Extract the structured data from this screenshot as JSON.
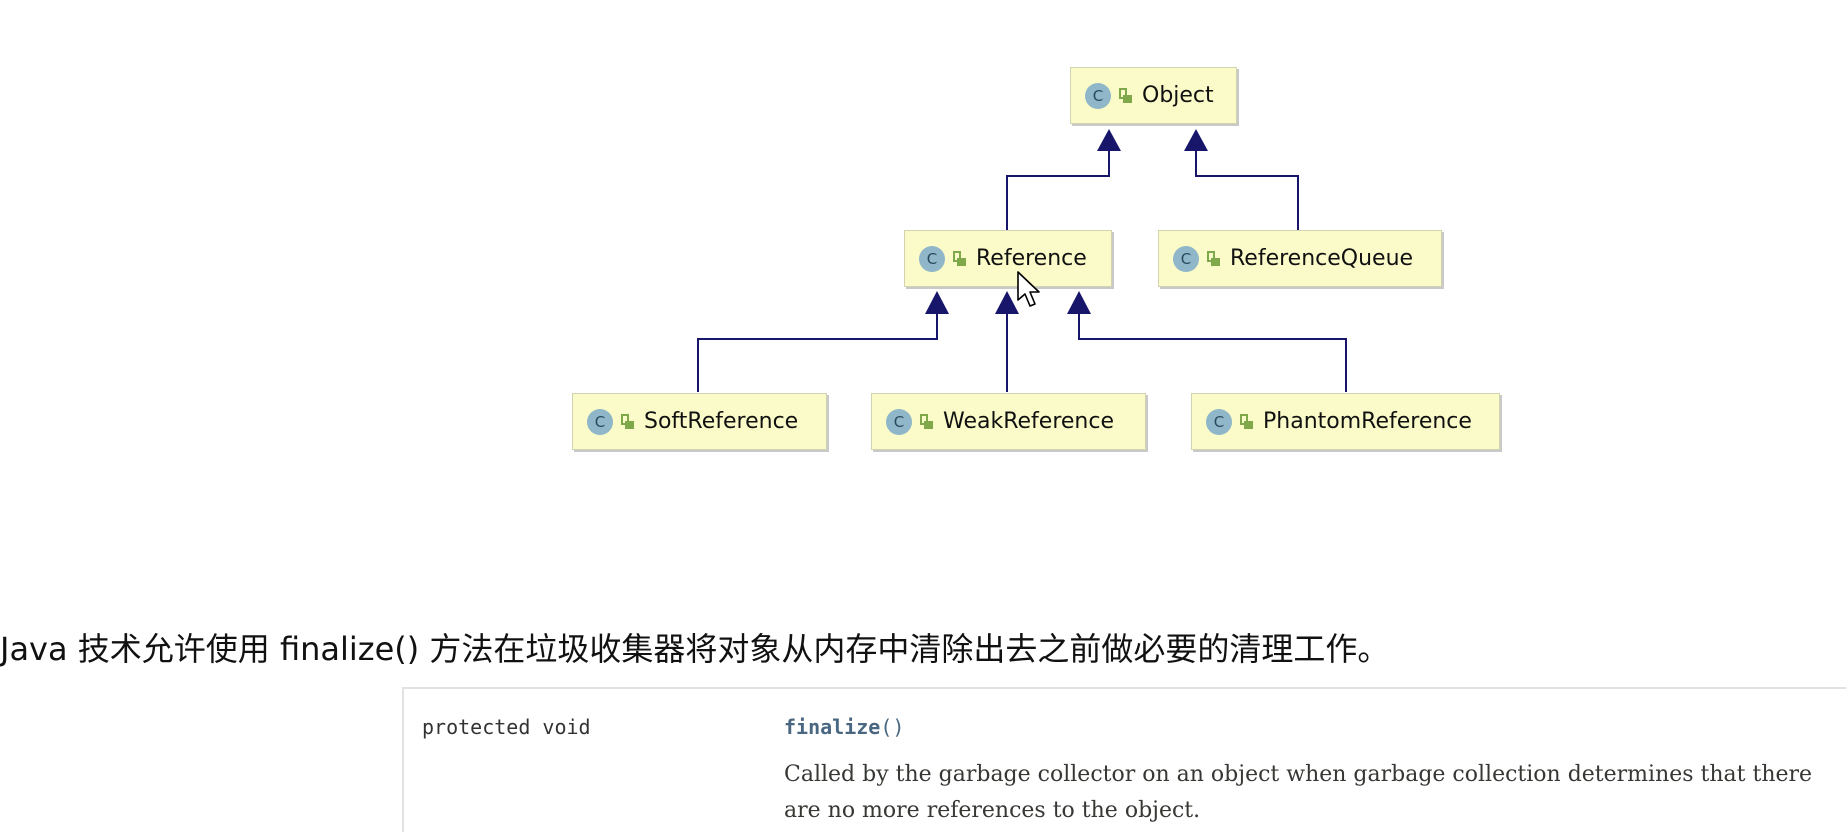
{
  "diagram": {
    "class_icon_letter": "C",
    "nodes": {
      "object": "Object",
      "reference": "Reference",
      "reference_queue": "ReferenceQueue",
      "soft_reference": "SoftReference",
      "weak_reference": "WeakReference",
      "phantom_reference": "PhantomReference"
    },
    "colors": {
      "node_fill": "#fafbc8",
      "arrow": "#17166a",
      "class_icon": "#8fb7c9",
      "lock_icon": "#7fa84a"
    }
  },
  "intro_text": "Java 技术允许使用 finalize() 方法在垃圾收集器将对象从内存中清除出去之前做必要的清理工作。",
  "api": {
    "modifier": "protected void",
    "method_name": "finalize",
    "method_parens": "()",
    "description": "Called by the garbage collector on an object when garbage collection determines that there are no more references to the object."
  }
}
